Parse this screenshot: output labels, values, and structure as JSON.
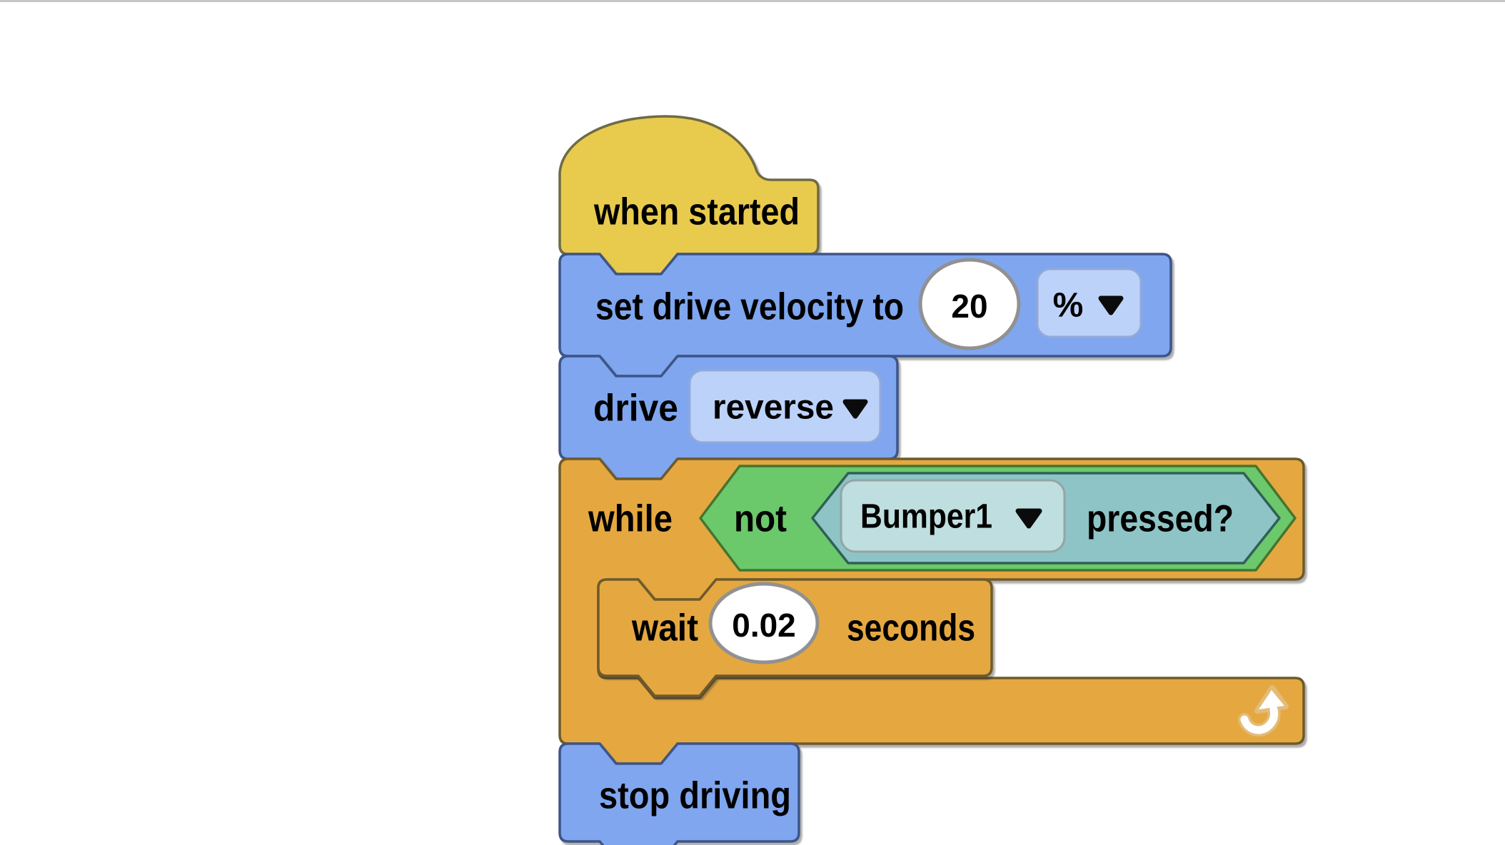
{
  "workspace": {
    "background_color": "#ffffff",
    "top_border_color": "#c6c6c6"
  },
  "palette": {
    "event_fill": "#e8cb4d",
    "event_stroke": "#6f6a45",
    "drivetrain_fill": "#7fa6ef",
    "drivetrain_stroke": "#3d5588",
    "control_fill": "#e5a840",
    "control_stroke": "#6e5a2b",
    "operator_fill": "#6bc96b",
    "operator_stroke": "#47742f",
    "sensing_fill": "#8ec4c6",
    "sensing_stroke": "#2f6157",
    "dropdown_blue_fill": "#bdd2f8",
    "dropdown_blue_stroke": "#92a9da",
    "dropdown_teal_fill": "#bfdedf",
    "dropdown_teal_stroke": "#93a5a6",
    "input_fill": "#ffffff",
    "input_stroke": "#919191",
    "label_color": "#000000",
    "loop_arrow_fill": "#ffffff",
    "loop_arrow_halo": "#e3bc79"
  },
  "icons": {
    "dropdown": "chevron-down-icon",
    "loop": "loop-arrow-icon"
  },
  "blocks": {
    "when_started": {
      "label": "when started"
    },
    "set_drive_velocity": {
      "label": "set drive velocity to",
      "value": "20",
      "unit": "%"
    },
    "drive": {
      "label": "drive",
      "direction": "reverse"
    },
    "while_loop": {
      "keyword": "while",
      "operator": "not",
      "sensor": "Bumper1",
      "condition": "pressed?"
    },
    "wait": {
      "label": "wait",
      "value": "0.02",
      "unit": "seconds"
    },
    "stop_driving": {
      "label": "stop driving"
    }
  }
}
